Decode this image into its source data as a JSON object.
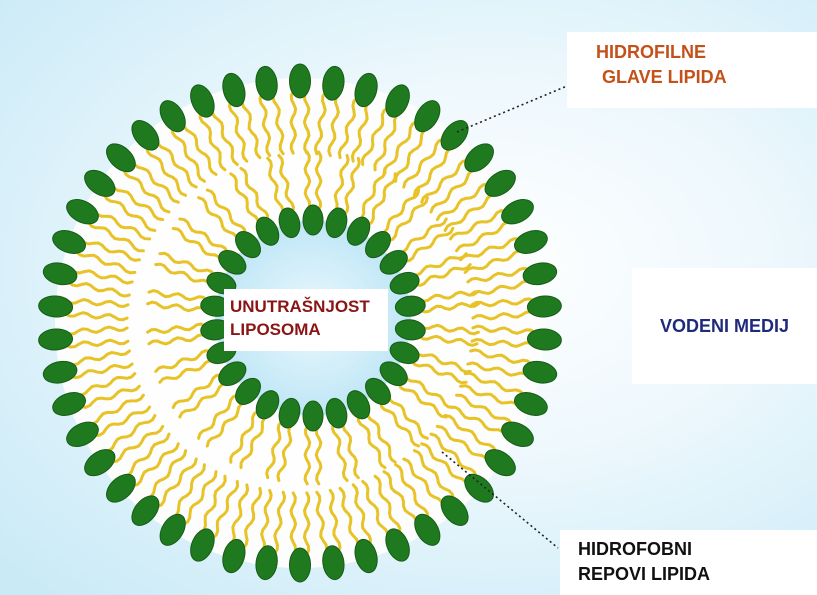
{
  "labels": {
    "hydrophilic_heads": {
      "line1": "HIDROFILNE",
      "line2": "GLAVE LIPIDA"
    },
    "hydrophobic_tails": {
      "line1": "HIDROFOBNI",
      "line2": "REPOVI LIPIDA"
    },
    "interior": {
      "line1": "UNUTRAŠNJOST",
      "line2": "LIPOSOMA"
    },
    "aqueous_medium": "VODENI MEDIJ"
  },
  "colors": {
    "lipid_head": "#1f7a1f",
    "lipid_head_highlight": "#3aa33a",
    "lipid_tail": "#e7c328",
    "hydrophilic_label": "#c4501a",
    "interior_label": "#8b1515",
    "medium_label": "#1f2a7a",
    "tails_label": "#111111",
    "interior_fill": "#d6f0fb"
  },
  "icons": [
    "outer-lipid-head-icon",
    "inner-lipid-head-icon",
    "lipid-tail-icon"
  ]
}
